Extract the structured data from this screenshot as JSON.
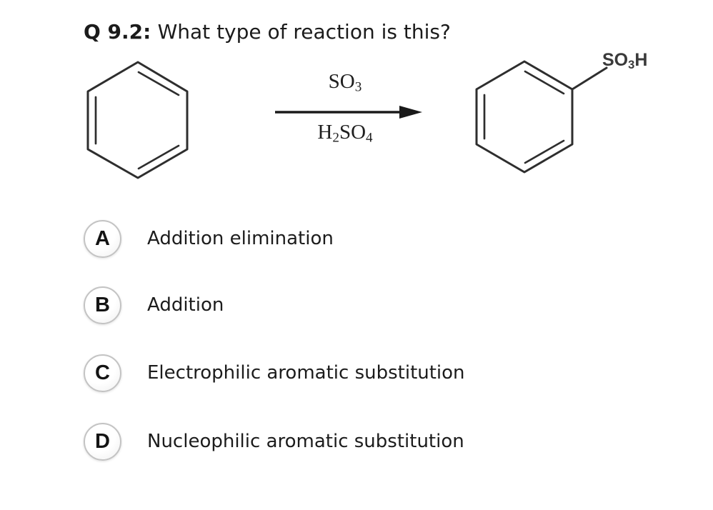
{
  "question": {
    "number": "Q 9.2:",
    "text": "What type of reaction is this?"
  },
  "reaction": {
    "reagent_above": [
      {
        "text": "SO"
      },
      {
        "text": "3",
        "sub": true
      }
    ],
    "reagent_below": [
      {
        "text": "H"
      },
      {
        "text": "2",
        "sub": true
      },
      {
        "text": "SO"
      },
      {
        "text": "4",
        "sub": true
      }
    ],
    "product_label": [
      {
        "text": "SO"
      },
      {
        "text": "3",
        "sub": true
      },
      {
        "text": "H"
      }
    ]
  },
  "options": [
    {
      "letter": "A",
      "label": "Addition elimination"
    },
    {
      "letter": "B",
      "label": "Addition"
    },
    {
      "letter": "C",
      "label": "Electrophilic aromatic substitution"
    },
    {
      "letter": "D",
      "label": "Nucleophilic aromatic substitution"
    }
  ],
  "colors": {
    "background": "#ffffff",
    "text": "#1b1b1b",
    "structure": "#2e2e2e",
    "arrow": "#1a1a1a",
    "circle_border": "#c3c3c3"
  }
}
